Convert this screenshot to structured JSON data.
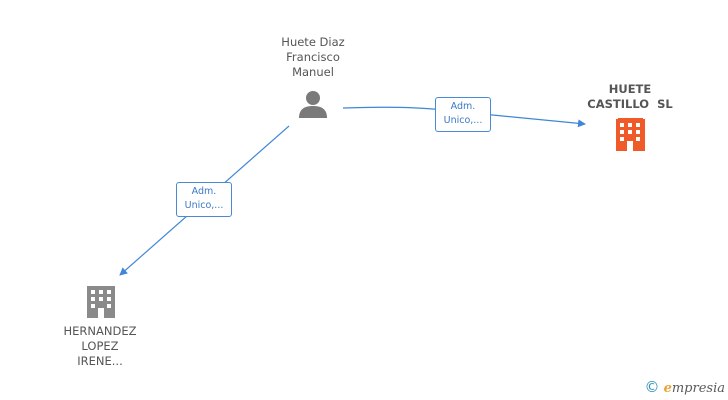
{
  "colors": {
    "edge": "#3f86d8",
    "person_icon": "#7a7a7a",
    "company_icon": "#8a8a8a",
    "company_main_icon": "#f05a28"
  },
  "nodes": {
    "person": {
      "icon": "person-icon",
      "lines": [
        "Huete Diaz",
        "Francisco",
        "Manuel"
      ]
    },
    "company_main": {
      "icon": "building-icon",
      "lines": [
        "HUETE",
        "CASTILLO  SL"
      ]
    },
    "company_other": {
      "icon": "building-icon",
      "lines": [
        "HERNANDEZ",
        "LOPEZ",
        "IRENE..."
      ]
    }
  },
  "edges": [
    {
      "from": "person",
      "to": "company_main",
      "label_lines": [
        "Adm.",
        "Unico,..."
      ]
    },
    {
      "from": "person",
      "to": "company_other",
      "label_lines": [
        "Adm.",
        "Unico,..."
      ]
    }
  ],
  "brand": {
    "copyright": "©",
    "initial": "e",
    "name": "mpresia"
  }
}
